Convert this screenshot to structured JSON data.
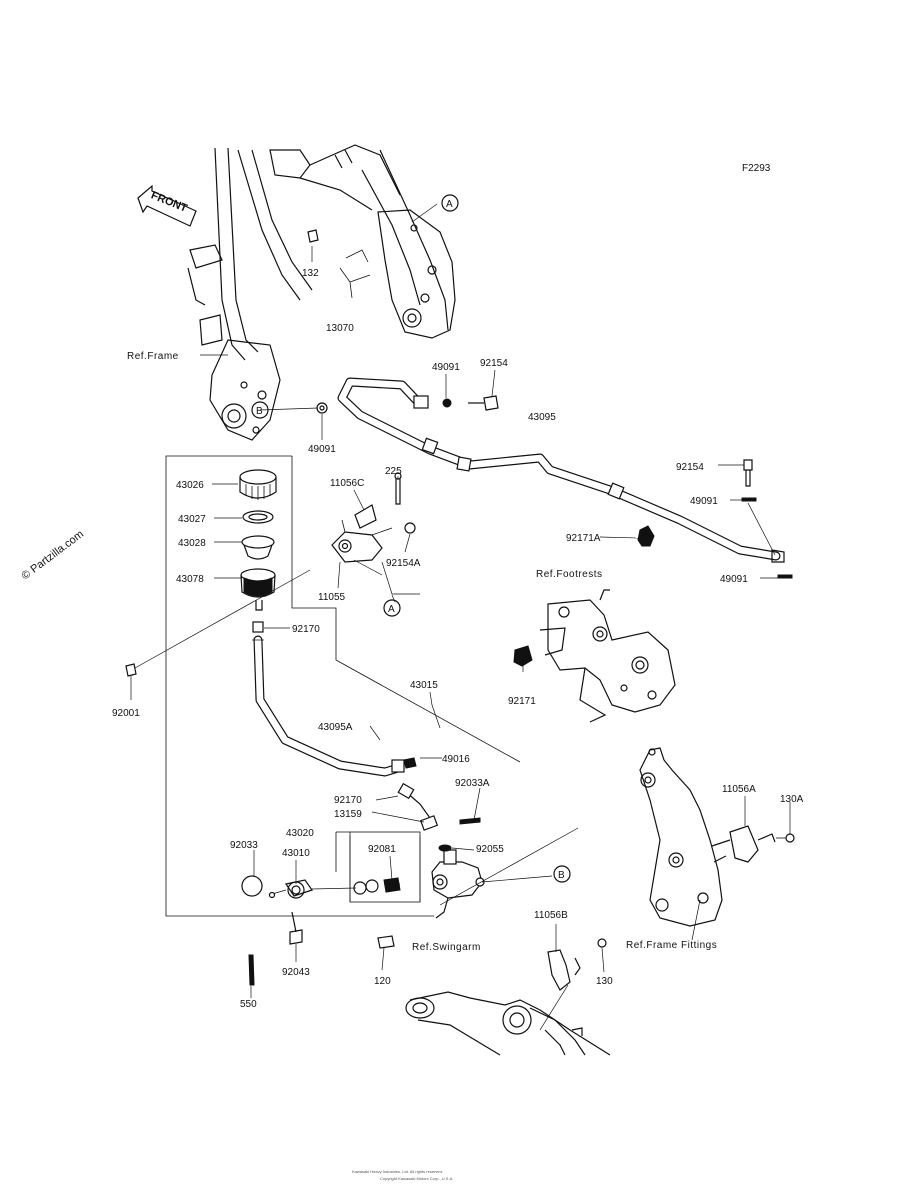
{
  "diagram_code": "F2293",
  "watermark": "© Partzilla.com",
  "front_arrow_label": "FRONT",
  "references": {
    "frame": "Ref.Frame",
    "footrests": "Ref.Footrests",
    "swingarm": "Ref.Swingarm",
    "frame_fittings": "Ref.Frame Fittings"
  },
  "callouts": {
    "a": "A",
    "b": "B"
  },
  "part_labels": {
    "p132": "132",
    "p13070": "13070",
    "p49091_top": "49091",
    "p92154_top": "92154",
    "p43095": "43095",
    "p49091_left": "49091",
    "p43026": "43026",
    "p43027": "43027",
    "p43028": "43028",
    "p43078": "43078",
    "p11056C": "11056C",
    "p225": "225",
    "p92154A": "92154A",
    "p11055": "11055",
    "p92171A": "92171A",
    "p92154_right": "92154",
    "p49091_right1": "49091",
    "p49091_right2": "49091",
    "p92170_top": "92170",
    "p92001": "92001",
    "p43015": "43015",
    "p92171": "92171",
    "p43095A": "43095A",
    "p49016": "49016",
    "p92170_bot": "92170",
    "p92033A": "92033A",
    "p13159": "13159",
    "p43020": "43020",
    "p92033": "92033",
    "p43010": "43010",
    "p92081": "92081",
    "p92055": "92055",
    "p11056A": "11056A",
    "p130A": "130A",
    "p11056B": "11056B",
    "p120": "120",
    "p130": "130",
    "p92043": "92043",
    "p550": "550"
  },
  "footer_line1": "Kawasaki Heavy Industries, Ltd. All rights reserved.",
  "footer_line2": "Copyright Kawasaki Motors Corp., U.S.A."
}
